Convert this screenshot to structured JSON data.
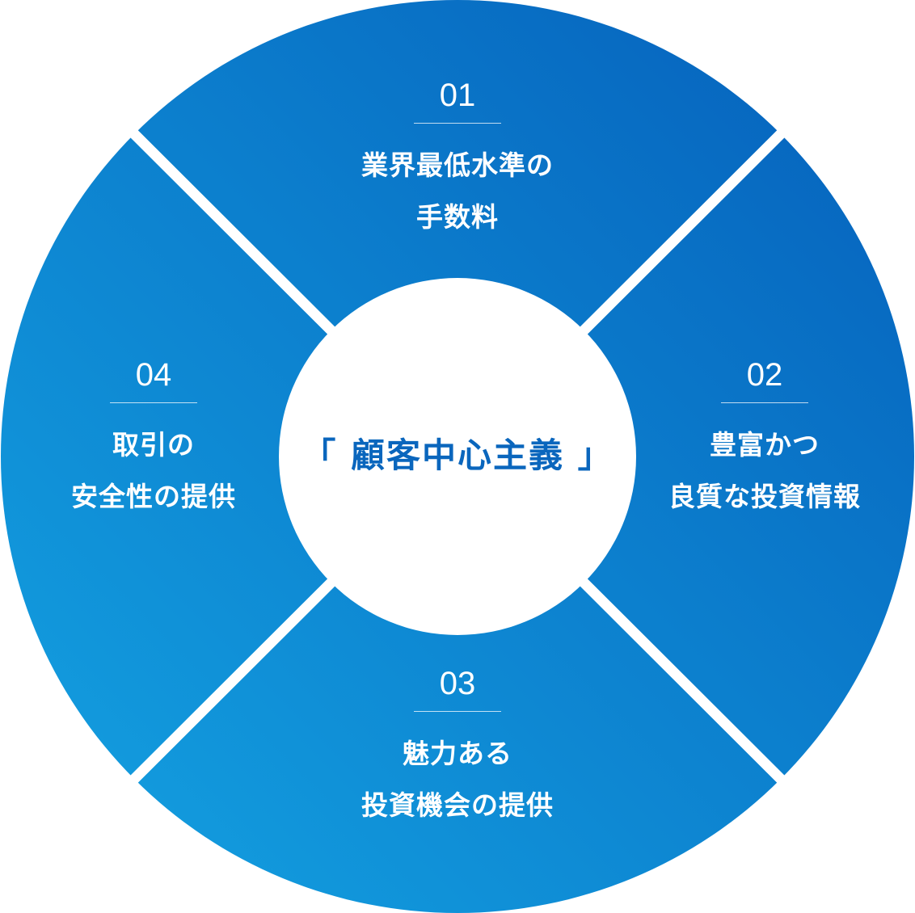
{
  "center_label": "「 顧客中心主義 」",
  "segments": [
    {
      "number": "01",
      "line1": "業界最低水準の",
      "line2": "手数料"
    },
    {
      "number": "02",
      "line1": "豊富かつ",
      "line2": "良質な投資情報"
    },
    {
      "number": "03",
      "line1": "魅力ある",
      "line2": "投資機会の提供"
    },
    {
      "number": "04",
      "line1": "取引の",
      "line2": "安全性の提供"
    }
  ],
  "colors": {
    "gradient_light": "#14a3e2",
    "gradient_dark": "#055fbb",
    "center_text": "#0a66bd"
  }
}
